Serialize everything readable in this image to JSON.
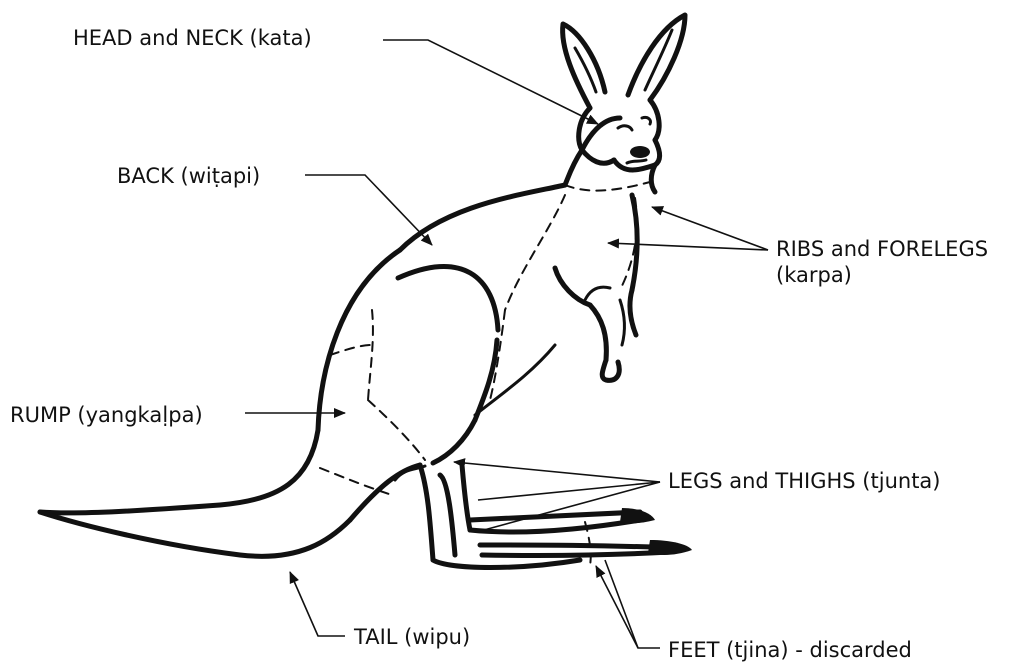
{
  "labels": {
    "head_neck": "HEAD and NECK (kata)",
    "back": "BACK (wiṭapi)",
    "ribs_forelegs_line1": "RIBS and FORELEGS",
    "ribs_forelegs_line2": "(karpa)",
    "rump": "RUMP (yangkaḷpa)",
    "legs_thighs": "LEGS and THIGHS (tjunta)",
    "tail": "TAIL (wipu)",
    "feet": "FEET (tjina) - discarded"
  },
  "colors": {
    "ink": "#111111",
    "background": "#ffffff"
  }
}
